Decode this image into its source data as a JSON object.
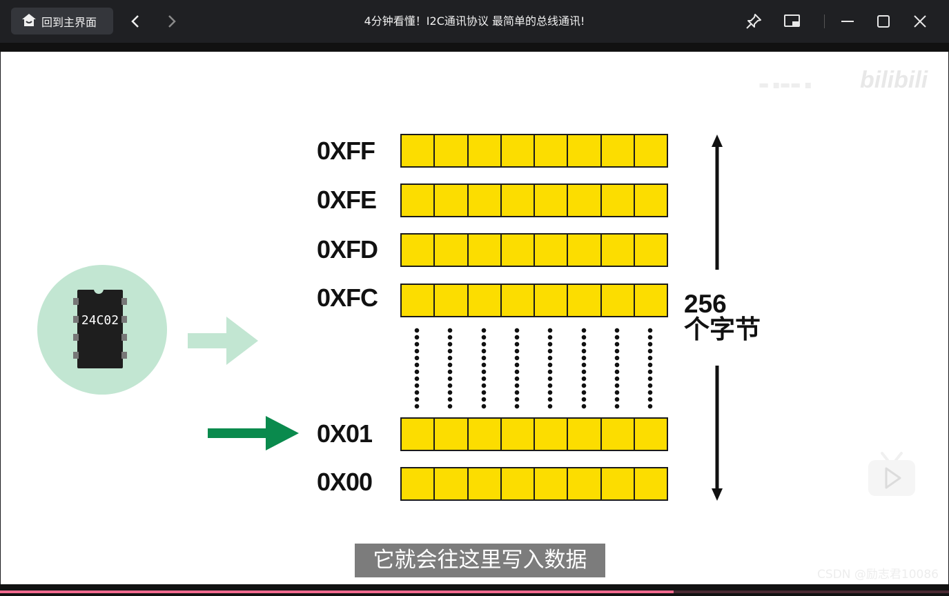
{
  "titlebar": {
    "home_label": "回到主界面",
    "title": "4分钟看懂！I2C通讯协议 最简单的总线通讯!"
  },
  "video": {
    "addresses_top": [
      "0XFF",
      "0XFE",
      "0XFD",
      "0XFC"
    ],
    "addresses_bottom": [
      "0X01",
      "0X00"
    ],
    "chip_label": "24C02",
    "count_number": "256",
    "count_unit": "个字节",
    "subtitle": "它就会往这里写入数据",
    "brand_logo": "bilibili",
    "watermark": "CSDN @励志君10086"
  },
  "playback": {
    "progress_fraction": 0.71
  },
  "colors": {
    "cell_yellow": "#fcdd00",
    "light_green": "#c2e6d2",
    "dark_green": "#0a8a4d",
    "progress_pink": "#f06a8f"
  }
}
